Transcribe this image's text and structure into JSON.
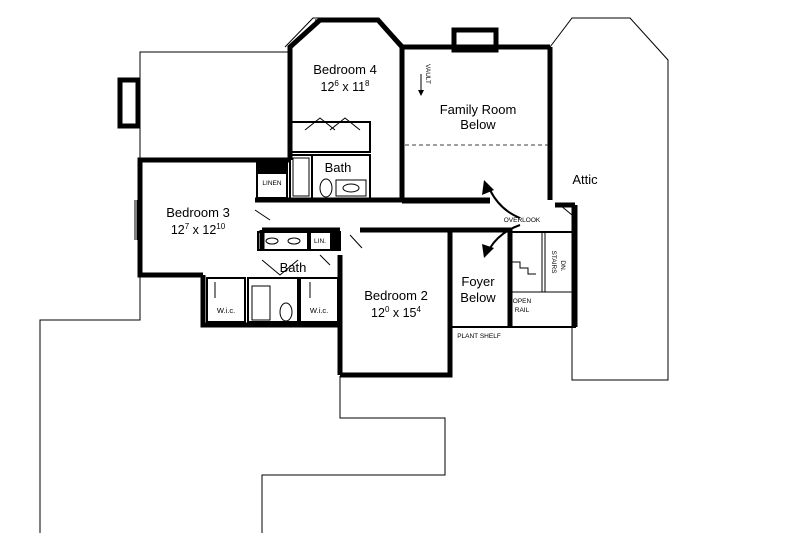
{
  "rooms": {
    "bedroom4": {
      "name": "Bedroom 4",
      "dim_w": "12",
      "dim_w_sup": "6",
      "dim_sep": " x ",
      "dim_h": "11",
      "dim_h_sup": "8"
    },
    "bedroom3": {
      "name": "Bedroom 3",
      "dim_w": "12",
      "dim_w_sup": "7",
      "dim_sep": " x ",
      "dim_h": "12",
      "dim_h_sup": "10"
    },
    "bedroom2": {
      "name": "Bedroom 2",
      "dim_w": "12",
      "dim_w_sup": "0",
      "dim_sep": " x ",
      "dim_h": "15",
      "dim_h_sup": "4"
    },
    "family_room": {
      "line1": "Family Room",
      "line2": "Below"
    },
    "foyer": {
      "line1": "Foyer",
      "line2": "Below"
    },
    "bath_top": "Bath",
    "bath_mid": "Bath",
    "attic": "Attic"
  },
  "labels": {
    "linen": "LINEN",
    "lin": "LIN.",
    "wic_left": "W.i.c.",
    "wic_right": "W.i.c.",
    "vault": "VAULT",
    "overlook": "OVERLOOK",
    "stairs": "STAIRS",
    "dn": "DN.",
    "open": "OPEN",
    "rail": "RAIL",
    "plant_shelf": "PLANT SHELF"
  }
}
